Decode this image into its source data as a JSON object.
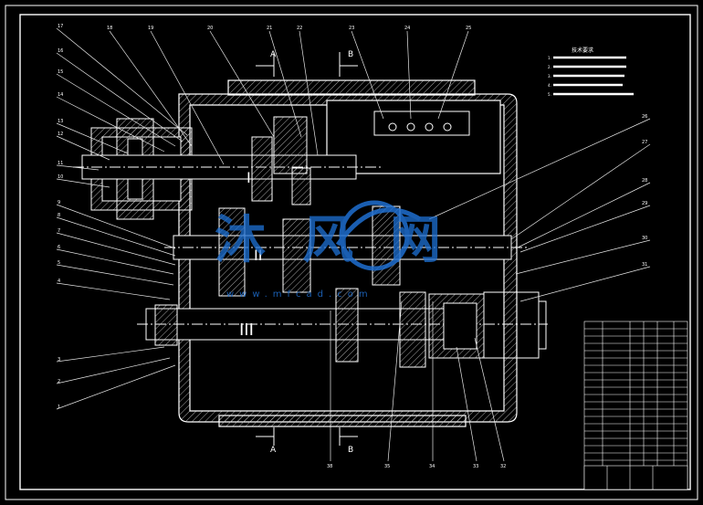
{
  "notes": {
    "title": "技术要求",
    "lines": [
      "1.",
      "2.",
      "3.",
      "4.",
      "5."
    ]
  },
  "section_marks": {
    "a": "A",
    "b": "B"
  },
  "shaft_labels": {
    "s1": "I",
    "s2": "II",
    "s3": "III"
  },
  "watermark": {
    "text": "沐风网",
    "url": "www.mfcad.com",
    "icon": "circle-swoosh-logo"
  },
  "callouts_left": [
    "17",
    "16",
    "15",
    "14",
    "13",
    "12",
    "11",
    "10",
    "9",
    "8",
    "7",
    "6",
    "5",
    "4",
    "3",
    "2",
    "1"
  ],
  "callouts_top": [
    "18",
    "19",
    "20",
    "21",
    "22",
    "23",
    "24",
    "25"
  ],
  "callouts_right": [
    "26",
    "27",
    "28",
    "29",
    "30",
    "31"
  ],
  "callouts_bottom": [
    "38",
    "35",
    "34",
    "33",
    "32"
  ],
  "colors": {
    "line": "#ffffff",
    "leader": "#e8e8e8",
    "hatch": "#d0d0d0",
    "watermark": "#1f6fd1",
    "mark": "#ff3b3b"
  }
}
